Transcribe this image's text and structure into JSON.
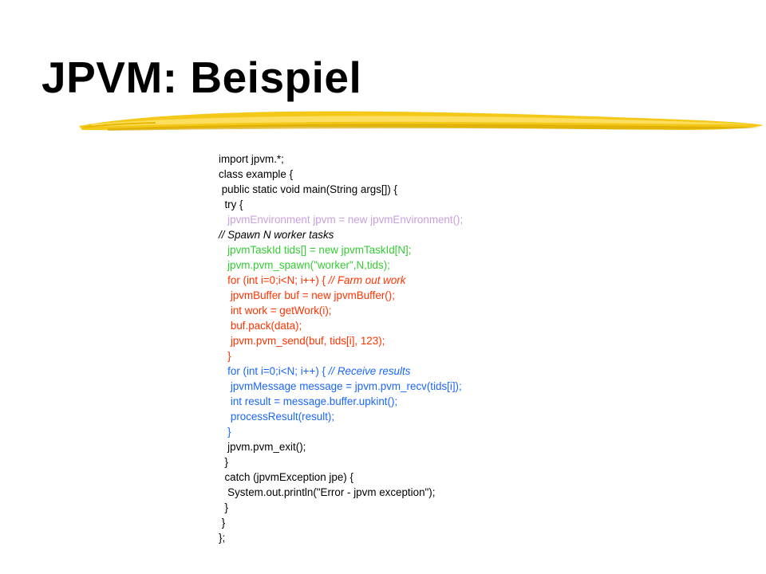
{
  "slide": {
    "title": "JPVM: Beispiel",
    "accent_color": "#f2c200",
    "code_lines": [
      {
        "text": "import jpvm.*;",
        "color": "black"
      },
      {
        "text": "class example {",
        "color": "black"
      },
      {
        "text": " public static void main(String args[]) {",
        "color": "black"
      },
      {
        "text": "  try {",
        "color": "black"
      },
      {
        "text": "   jpvmEnvironment jpvm = new jpvmEnvironment();",
        "color": "violet"
      },
      {
        "text": "// Spawn N worker tasks",
        "color": "black",
        "italic": true
      },
      {
        "text": "   jpvmTaskId tids[] = new jpvmTaskId[N];",
        "color": "green"
      },
      {
        "text": "   jpvm.pvm_spawn(\"worker\",N,tids);",
        "color": "green"
      },
      {
        "text": "   for (int i=0;i<N; i++) {",
        "color": "red",
        "comment": " // Farm out work"
      },
      {
        "text": "    jpvmBuffer buf = new jpvmBuffer();",
        "color": "red"
      },
      {
        "text": "    int work = getWork(i);",
        "color": "red"
      },
      {
        "text": "    buf.pack(data);",
        "color": "red"
      },
      {
        "text": "    jpvm.pvm_send(buf, tids[i], 123);",
        "color": "red"
      },
      {
        "text": "   }",
        "color": "red"
      },
      {
        "text": "   for (int i=0;i<N; i++) {",
        "color": "blue",
        "comment": " // Receive results"
      },
      {
        "text": "    jpvmMessage message = jpvm.pvm_recv(tids[i]);",
        "color": "blue"
      },
      {
        "text": "    int result = message.buffer.upkint();",
        "color": "blue"
      },
      {
        "text": "    processResult(result);",
        "color": "blue"
      },
      {
        "text": "   }",
        "color": "blue"
      },
      {
        "text": "   jpvm.pvm_exit();",
        "color": "black"
      },
      {
        "text": "  }",
        "color": "black"
      },
      {
        "text": "  catch (jpvmException jpe) {",
        "color": "black"
      },
      {
        "text": "   System.out.println(\"Error - jpvm exception\");",
        "color": "black"
      },
      {
        "text": "  }",
        "color": "black"
      },
      {
        "text": " }",
        "color": "black"
      },
      {
        "text": "};",
        "color": "black"
      }
    ]
  }
}
